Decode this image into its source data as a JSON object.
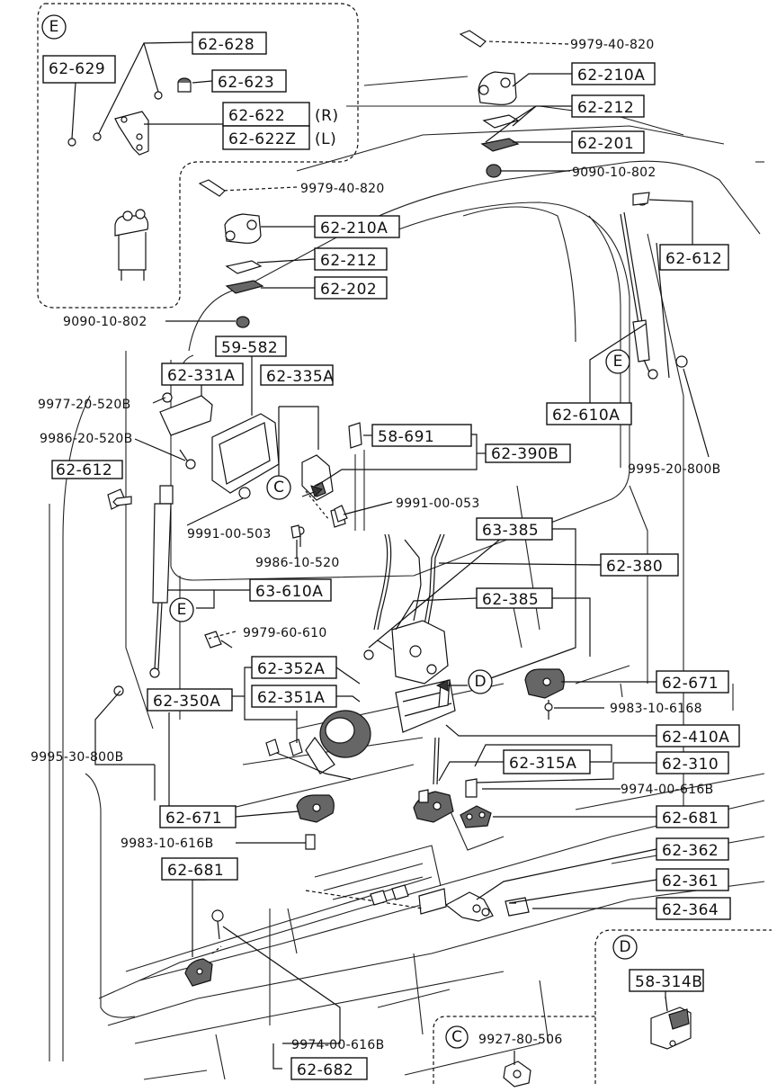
{
  "callouts": {
    "e_top": "E",
    "e_right": "E",
    "e_left": "E",
    "c_main": "C",
    "c_inset": "C",
    "d_main": "D",
    "d_inset": "D"
  },
  "sides": {
    "right": "(R)",
    "left": "(L)"
  },
  "boxed_parts": [
    "62-628",
    "62-629",
    "62-623",
    "62-622",
    "62-622Z",
    "62-210A",
    "62-212",
    "62-201",
    "62-210A",
    "62-212",
    "62-202",
    "62-612",
    "59-582",
    "62-331A",
    "62-335A",
    "62-610A",
    "62-612",
    "58-691",
    "62-390B",
    "63-385",
    "62-380",
    "63-610A",
    "62-385",
    "62-352A",
    "62-351A",
    "62-350A",
    "62-671",
    "62-410A",
    "62-315A",
    "62-310",
    "62-671",
    "62-681",
    "62-681",
    "62-362",
    "62-361",
    "62-364",
    "62-682",
    "58-314B"
  ],
  "plain_parts": [
    "9979-40-820",
    "9090-10-802",
    "9979-40-820",
    "9090-10-802",
    "9977-20-520B",
    "9986-20-520B",
    "9991-00-503",
    "9991-00-053",
    "9986-10-520",
    "9995-20-800B",
    "9979-60-610",
    "9983-10-6168",
    "9995-30-800B",
    "9974-00-616B",
    "9983-10-616B",
    "9974-00-616B",
    "9927-80-506"
  ]
}
